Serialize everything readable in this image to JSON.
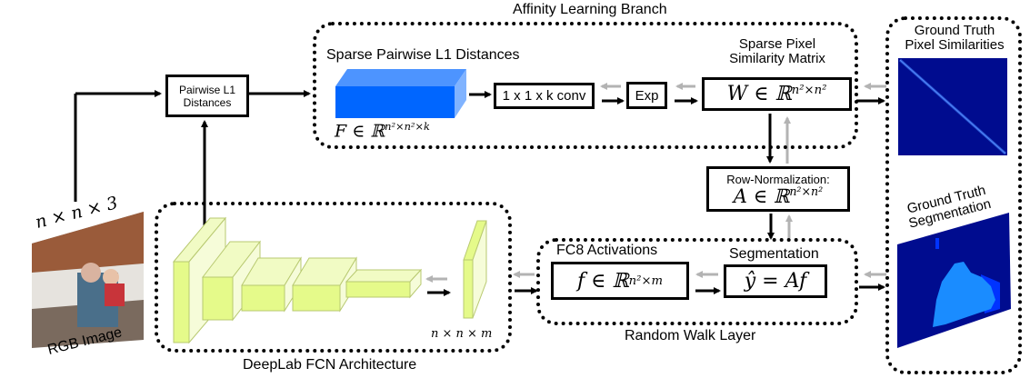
{
  "title": "Affinity Learning Branch",
  "input": {
    "dims": "n × n × 3",
    "caption": "RGB Image"
  },
  "pairwise_box": {
    "line1": "Pairwise L1",
    "line2": "Distances"
  },
  "affinity_branch": {
    "title": "Affinity Learning Branch",
    "sparse_title": "Sparse Pairwise L1 Distances",
    "F_label": "F ∈ ℝ",
    "F_sup": "n²×n²×k",
    "conv_label": "1 x 1 x k conv",
    "exp_label": "Exp",
    "W_title_line1": "Sparse Pixel",
    "W_title_line2": "Similarity Matrix",
    "W_label": "W ∈ ℝ",
    "W_sup": "n²×n²"
  },
  "row_norm": {
    "title": "Row-Normalization:",
    "label": "A ∈ ℝ",
    "sup": "n²×n²"
  },
  "deeplab": {
    "title": "DeepLab FCN Architecture",
    "output_dims": "n × n × m"
  },
  "random_walk": {
    "title": "Random Walk Layer",
    "fc8_title": "FC8 Activations",
    "f_label": "f ∈ ℝ",
    "f_sup": "n²×m",
    "seg_title": "Segmentation",
    "seg_label": "ŷ = Af"
  },
  "ground_truth": {
    "sim_line1": "Ground Truth",
    "sim_line2": "Pixel Similarities",
    "seg_line1": "Ground Truth",
    "seg_line2": "Segmentation"
  },
  "colors": {
    "forward_arrow": "#000000",
    "backward_arrow": "#b3b3b3",
    "tensor_blue": "#0066ff",
    "fcn_green": "#e5fa8a",
    "gt_dark_blue": "#000c8f",
    "gt_seg_light": "#1a8cff"
  }
}
